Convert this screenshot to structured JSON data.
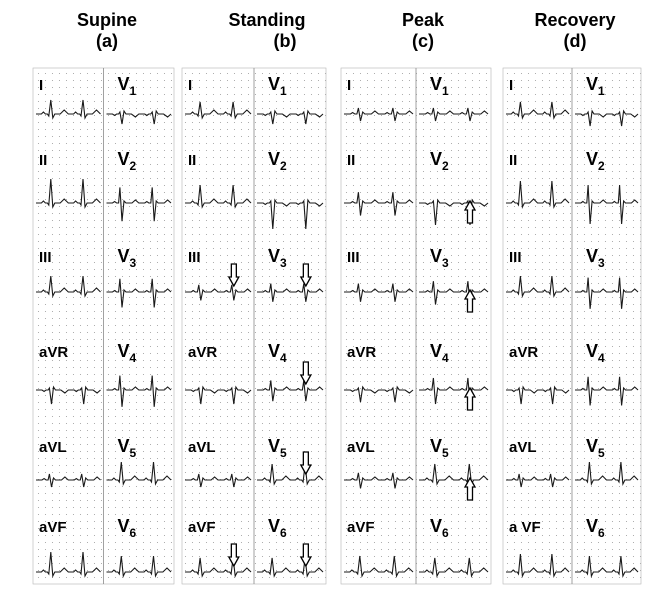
{
  "panels": [
    {
      "id": "a",
      "title": "Supine",
      "letter": "(a)",
      "limb_leads": [
        "I",
        "II",
        "III",
        "aVR",
        "aVL",
        "aVF"
      ],
      "chest_leads": [
        [
          "V",
          "1"
        ],
        [
          "V",
          "2"
        ],
        [
          "V",
          "3"
        ],
        [
          "V",
          "4"
        ],
        [
          "V",
          "5"
        ],
        [
          "V",
          "6"
        ]
      ],
      "arrows": []
    },
    {
      "id": "b",
      "title": "Standing",
      "letter": "(b)",
      "limb_leads": [
        "I",
        "II",
        "III",
        "aVR",
        "aVL",
        "aVF"
      ],
      "chest_leads": [
        [
          "V",
          "1"
        ],
        [
          "V",
          "2"
        ],
        [
          "V",
          "3"
        ],
        [
          "V",
          "4"
        ],
        [
          "V",
          "5"
        ],
        [
          "V",
          "6"
        ]
      ],
      "arrows": [
        {
          "col": "limb",
          "row": 2,
          "direction": "down"
        },
        {
          "col": "limb",
          "row": 5,
          "direction": "down"
        },
        {
          "col": "chest",
          "row": 2,
          "direction": "down"
        },
        {
          "col": "chest",
          "row": 3,
          "direction": "down"
        },
        {
          "col": "chest",
          "row": 4,
          "direction": "down"
        },
        {
          "col": "chest",
          "row": 5,
          "direction": "down"
        }
      ]
    },
    {
      "id": "c",
      "title": "Peak",
      "letter": "(c)",
      "limb_leads": [
        "I",
        "II",
        "III",
        "aVR",
        "aVL",
        "aVF"
      ],
      "chest_leads": [
        [
          "V",
          "1"
        ],
        [
          "V",
          "2"
        ],
        [
          "V",
          "3"
        ],
        [
          "V",
          "4"
        ],
        [
          "V",
          "5"
        ],
        [
          "V",
          "6"
        ]
      ],
      "arrows": [
        {
          "col": "chest",
          "row": 1,
          "direction": "up"
        },
        {
          "col": "chest",
          "row": 2,
          "direction": "up"
        },
        {
          "col": "chest",
          "row": 3,
          "direction": "up"
        },
        {
          "col": "chest",
          "row": 4,
          "direction": "up"
        }
      ]
    },
    {
      "id": "d",
      "title": "Recovery",
      "letter": "(d)",
      "limb_leads": [
        "I",
        "II",
        "III",
        "aVR",
        "aVL",
        "a VF"
      ],
      "chest_leads": [
        [
          "V",
          "1"
        ],
        [
          "V",
          "2"
        ],
        [
          "V",
          "3"
        ],
        [
          "V",
          "4"
        ],
        [
          "V",
          "5"
        ],
        [
          "V",
          "6"
        ]
      ],
      "arrows": []
    }
  ]
}
